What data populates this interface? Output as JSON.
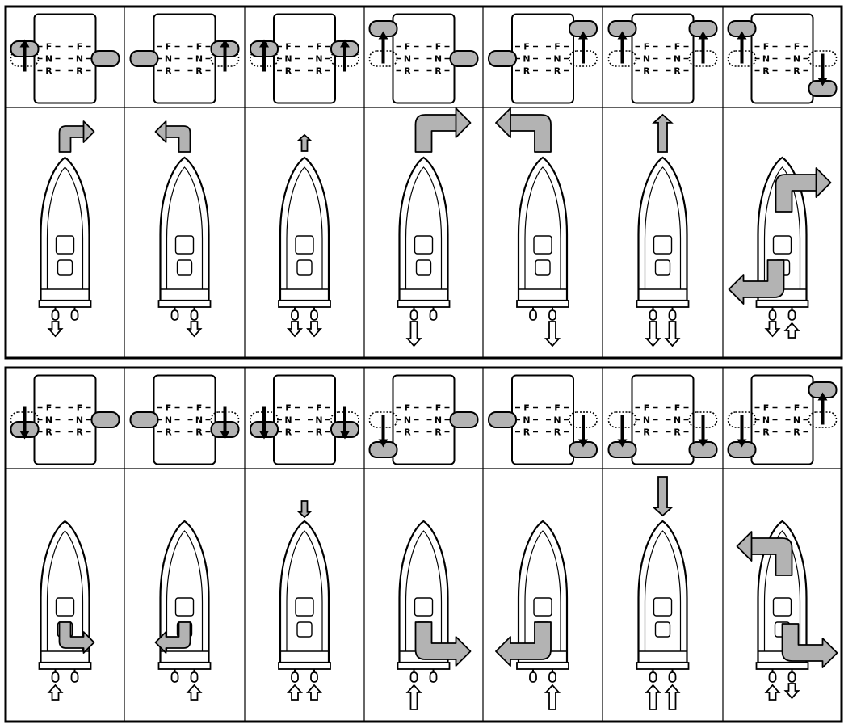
{
  "lever_letters": [
    "F",
    "N",
    "R"
  ],
  "colors": {
    "ink": "#000000",
    "fill_gray": "#b3b3b3",
    "background": "#ffffff"
  },
  "rows": [
    {
      "cells": [
        {
          "left": "forward",
          "right": "neutral",
          "motion": "turn-right",
          "props": [
            "reverse",
            "none"
          ]
        },
        {
          "left": "neutral",
          "right": "forward",
          "motion": "turn-left",
          "props": [
            "none",
            "reverse"
          ]
        },
        {
          "left": "forward",
          "right": "forward",
          "motion": "forward-small",
          "props": [
            "reverse",
            "reverse"
          ]
        },
        {
          "left": "forward-full",
          "right": "neutral",
          "motion": "turn-right-big",
          "props": [
            "reverse-long",
            "none"
          ]
        },
        {
          "left": "neutral",
          "right": "forward-full",
          "motion": "turn-left-big",
          "props": [
            "none",
            "reverse-long"
          ]
        },
        {
          "left": "forward-full",
          "right": "forward-full",
          "motion": "forward-big",
          "props": [
            "reverse-long",
            "reverse-long"
          ]
        },
        {
          "left": "forward-full",
          "right": "reverse-full",
          "motion": "spin-right",
          "props": [
            "reverse",
            "forward"
          ]
        }
      ]
    },
    {
      "cells": [
        {
          "left": "reverse",
          "right": "neutral",
          "motion": "stern-right",
          "props": [
            "forward",
            "none"
          ]
        },
        {
          "left": "neutral",
          "right": "reverse",
          "motion": "stern-left",
          "props": [
            "none",
            "forward"
          ]
        },
        {
          "left": "reverse",
          "right": "reverse",
          "motion": "backward-small",
          "props": [
            "forward",
            "forward"
          ]
        },
        {
          "left": "reverse-full",
          "right": "neutral",
          "motion": "stern-right-big",
          "props": [
            "forward-long",
            "none"
          ]
        },
        {
          "left": "neutral",
          "right": "reverse-full",
          "motion": "stern-left-big",
          "props": [
            "none",
            "forward-long"
          ]
        },
        {
          "left": "reverse-full",
          "right": "reverse-full",
          "motion": "backward-big",
          "props": [
            "forward-long",
            "forward-long"
          ]
        },
        {
          "left": "reverse-full",
          "right": "forward-full",
          "motion": "spin-left",
          "props": [
            "forward",
            "reverse"
          ]
        }
      ]
    }
  ]
}
